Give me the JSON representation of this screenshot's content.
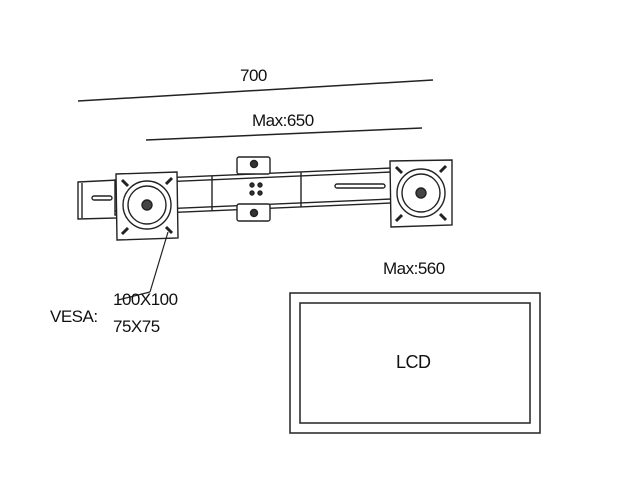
{
  "dimensions": {
    "overall_width": "700",
    "max_span": "Max:650",
    "max_screen_width": "Max:560"
  },
  "vesa": {
    "label": "VESA:",
    "sizes": [
      "100X100",
      "75X75"
    ]
  },
  "screen": {
    "label": "LCD"
  }
}
